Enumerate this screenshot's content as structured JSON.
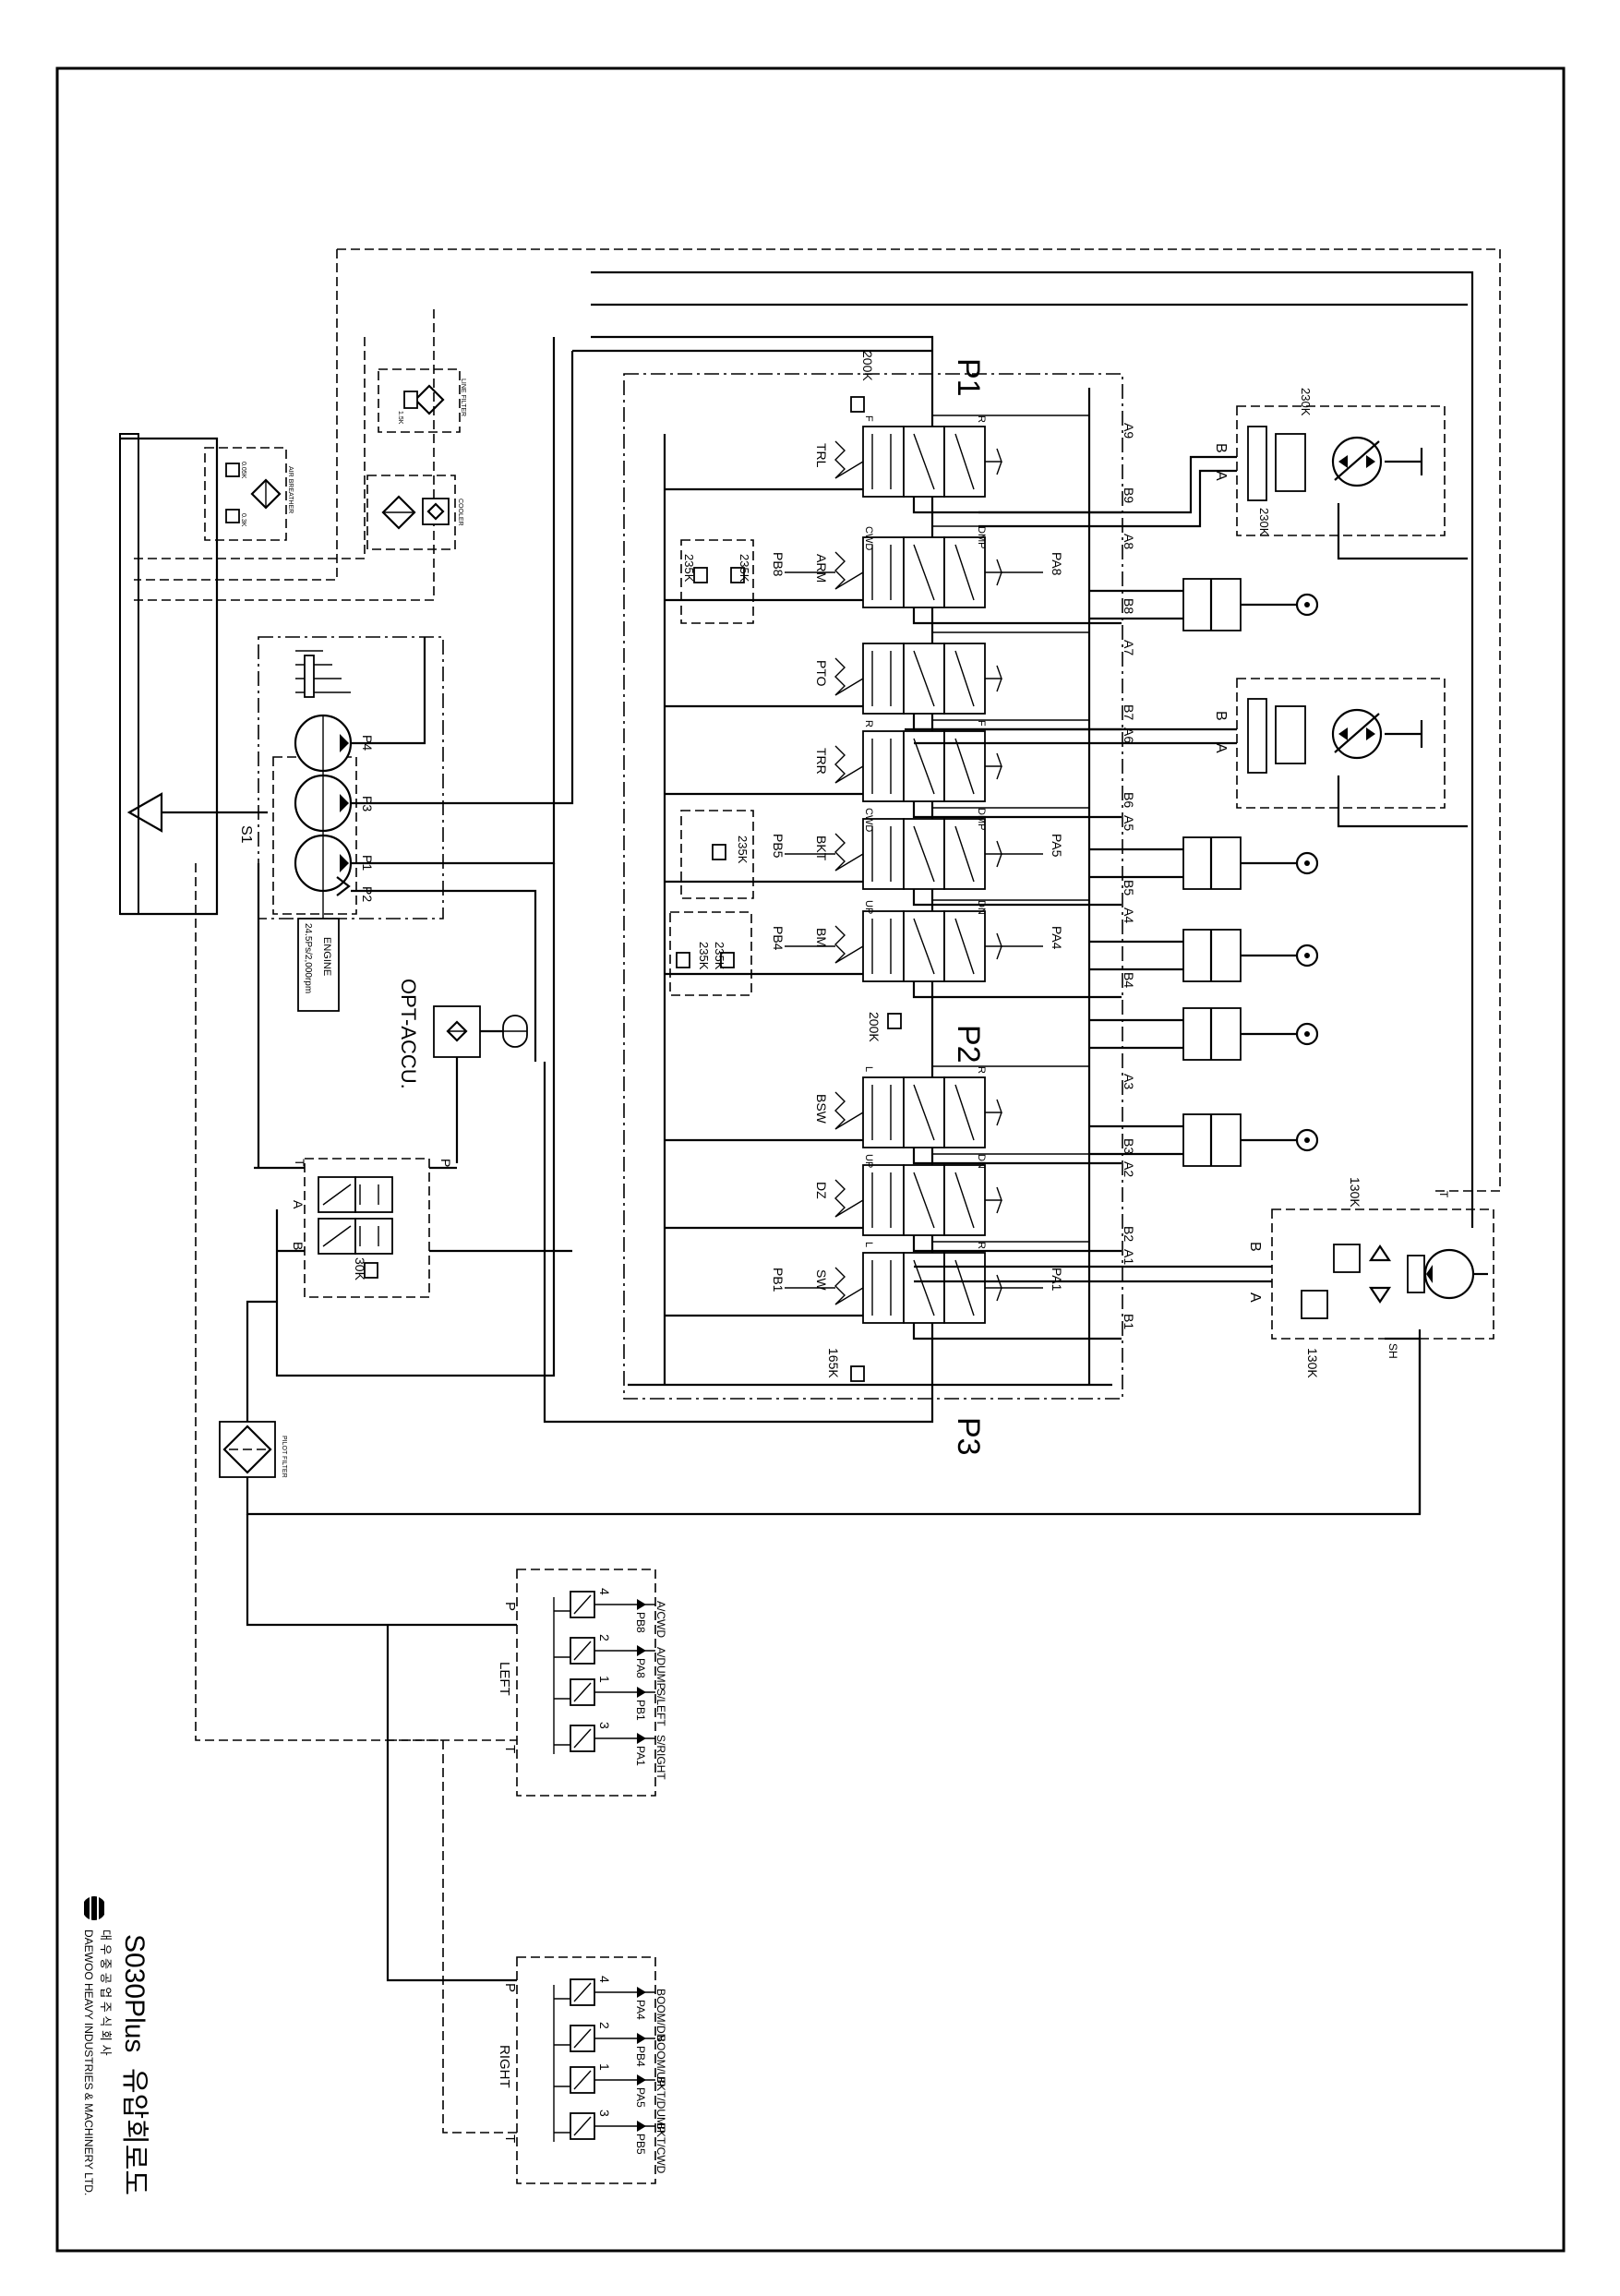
{
  "title_block": {
    "model": "S030Plus",
    "drawing_title": "유압회로도",
    "company_kr": "대 우 중 공 업 주 식 회 사",
    "company_en": "DAEWOO HEAVY INDUSTRIES & MACHINERY LTD.",
    "logo_icon": "daewoo-logo-icon"
  },
  "pump_group": {
    "pumps": [
      "P1",
      "P2",
      "P3",
      "P4"
    ],
    "suction_label": "S1",
    "engine_label": "ENGINE",
    "engine_spec": "24.5Ps/2,000rpm"
  },
  "tank_components": {
    "line_filter": "LINE FILTER",
    "line_filter_setting": "1.5K",
    "cooler": "COOLER",
    "air_breather": "AIR BREATHER",
    "breather_setting_1": "0.05K",
    "breather_setting_2": "0.3K",
    "pilot_filter": "PILOT FILTER",
    "accumulator": "OPT-ACCU."
  },
  "pilot_block": {
    "ports": [
      "T",
      "P",
      "A",
      "B"
    ],
    "relief_setting": "30K"
  },
  "main_control_valve": {
    "sections": [
      {
        "name": "TRL",
        "left": "F",
        "right": "R",
        "port_a": "A9",
        "port_b": "B9"
      },
      {
        "name": "ARM",
        "left": "CWD",
        "right": "DMP",
        "pilot_b": "PB8",
        "pilot_a": "PA8",
        "port_a": "A8",
        "port_b": "B8"
      },
      {
        "name": "PTO",
        "left": "",
        "right": "",
        "port_a": "A7",
        "port_b": "B7"
      },
      {
        "name": "TRR",
        "left": "R",
        "right": "F",
        "port_a": "A6",
        "port_b": "B6"
      },
      {
        "name": "BKT",
        "left": "CWD",
        "right": "DMP",
        "pilot_b": "PB5",
        "pilot_a": "PA5",
        "port_a": "A5",
        "port_b": "B5"
      },
      {
        "name": "BM",
        "left": "UP",
        "right": "DN",
        "pilot_b": "PB4",
        "pilot_a": "PA4",
        "port_a": "A4",
        "port_b": "B4"
      },
      {
        "name": "BSW",
        "left": "L",
        "right": "R",
        "port_a": "A3",
        "port_b": "B3"
      },
      {
        "name": "DZ",
        "left": "UP",
        "right": "DN",
        "port_a": "A2",
        "port_b": "B2"
      },
      {
        "name": "SW",
        "left": "L",
        "right": "R",
        "pilot_b": "PB1",
        "pilot_a": "PA1",
        "port_a": "A1",
        "port_b": "B1"
      }
    ],
    "group_labels": [
      "P1",
      "P2",
      "P3"
    ],
    "relief_settings": {
      "p1": "200K",
      "p2": "200K",
      "p3": "165K",
      "arm_a": "235K",
      "arm_b": "235K",
      "bkt": "235K",
      "bm_a": "235K",
      "bm_b": "235K"
    }
  },
  "travel_motors": {
    "left": {
      "port_a": "A",
      "port_b": "B",
      "setting_1": "230K",
      "setting_2": "230K"
    },
    "right": {
      "port_a": "A",
      "port_b": "B"
    }
  },
  "swing_motor": {
    "port_a": "A",
    "port_b": "B",
    "drain": "T",
    "make_up": "SH",
    "setting_1": "130K",
    "setting_2": "130K"
  },
  "joysticks": {
    "left": {
      "label": "LEFT",
      "port_p": "P",
      "port_t": "T",
      "numbers": [
        "4",
        "2",
        "1",
        "3"
      ],
      "outputs": [
        {
          "port": "PB8",
          "function": "A/CWD"
        },
        {
          "port": "PA8",
          "function": "A/DUMP"
        },
        {
          "port": "PB1",
          "function": "S/LEFT"
        },
        {
          "port": "PA1",
          "function": "S/RIGHT"
        }
      ]
    },
    "right": {
      "label": "RIGHT",
      "port_p": "P",
      "port_t": "T",
      "numbers": [
        "4",
        "2",
        "1",
        "3"
      ],
      "outputs": [
        {
          "port": "PA4",
          "function": "BOOM/DN"
        },
        {
          "port": "PB4",
          "function": "BOOM/UP"
        },
        {
          "port": "PA5",
          "function": "BKT/DUMP"
        },
        {
          "port": "PB5",
          "function": "BKT/CWD"
        }
      ]
    }
  }
}
